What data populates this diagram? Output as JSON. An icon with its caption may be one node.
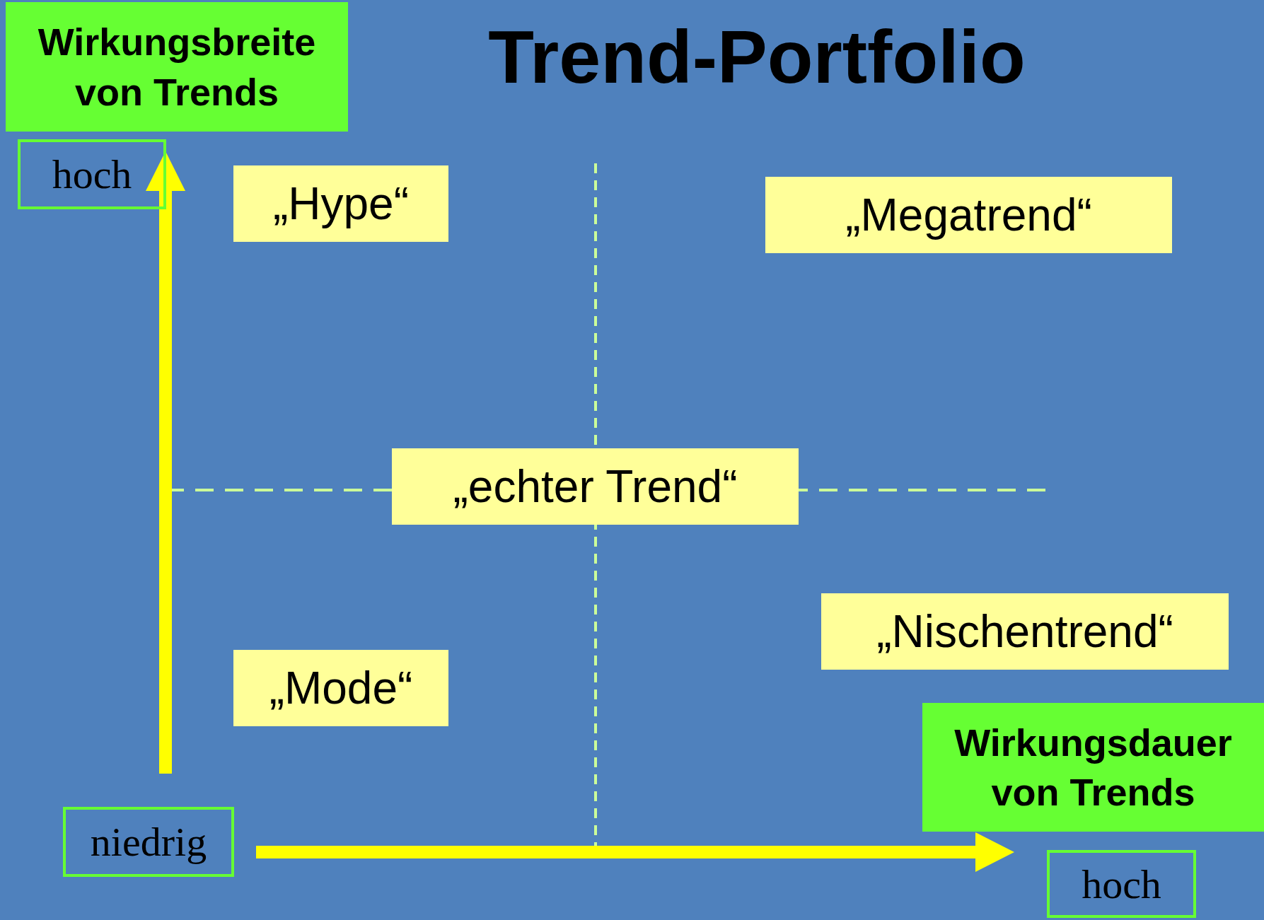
{
  "diagram": {
    "title": "Trend-Portfolio",
    "nodes": [
      {
        "text": [
          "Wirkungsbreite von Trends"
        ]
      },
      {
        "text": [
          "hoch"
        ]
      },
      {
        "text": [
          "„Hype“"
        ]
      },
      {
        "text": [
          "„Megatrend“"
        ]
      },
      {
        "text": [
          "„echter Trend“"
        ]
      },
      {
        "text": [
          "„Nischentrend“"
        ]
      },
      {
        "text": [
          "„Mode“"
        ]
      },
      {
        "text": [
          "Wirkungsdauer von Trends"
        ]
      },
      {
        "text": [
          "niedrig"
        ]
      },
      {
        "text": [
          "hoch"
        ]
      }
    ]
  }
}
